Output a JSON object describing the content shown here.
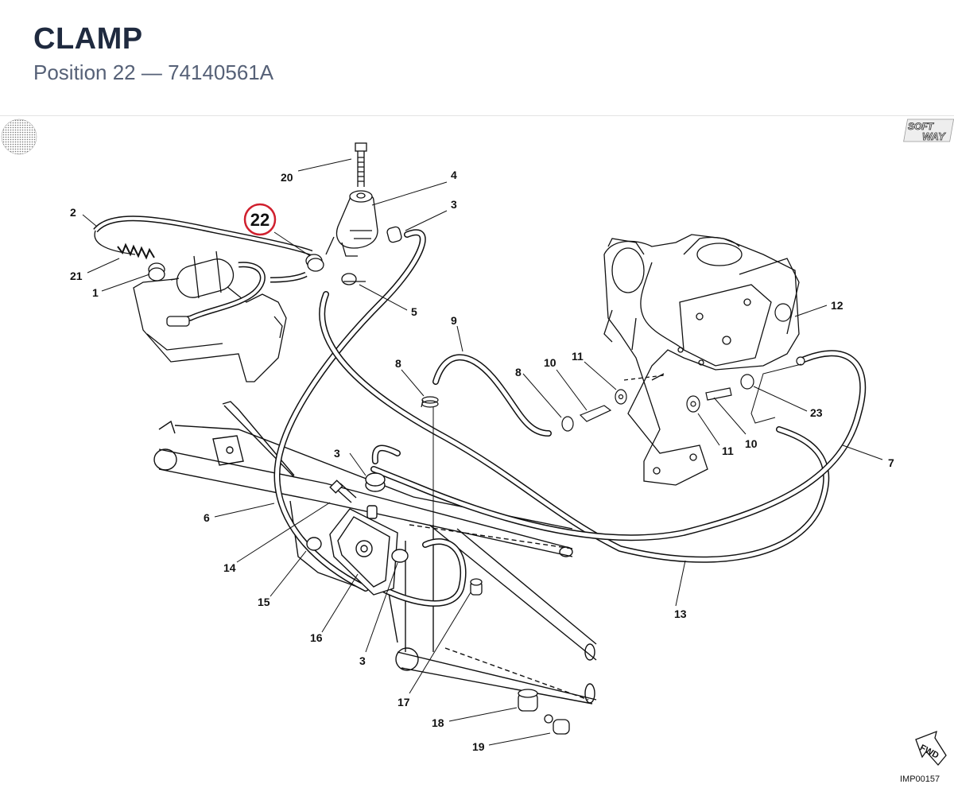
{
  "header": {
    "title": "CLAMP",
    "subtitle": "Position 22 — 74140561A"
  },
  "diagram": {
    "highlight_label": "22",
    "highlight_color": "#d0202e",
    "brand_logo": "SOFT WAY",
    "image_code": "IMP00157",
    "fwd_icon_label": "FWD",
    "callouts": [
      "20",
      "4",
      "3",
      "2",
      "21",
      "1",
      "5",
      "9",
      "8",
      "10",
      "11",
      "12",
      "8",
      "23",
      "7",
      "10",
      "11",
      "3",
      "6",
      "14",
      "15",
      "16",
      "3",
      "13",
      "17",
      "18",
      "19"
    ]
  }
}
